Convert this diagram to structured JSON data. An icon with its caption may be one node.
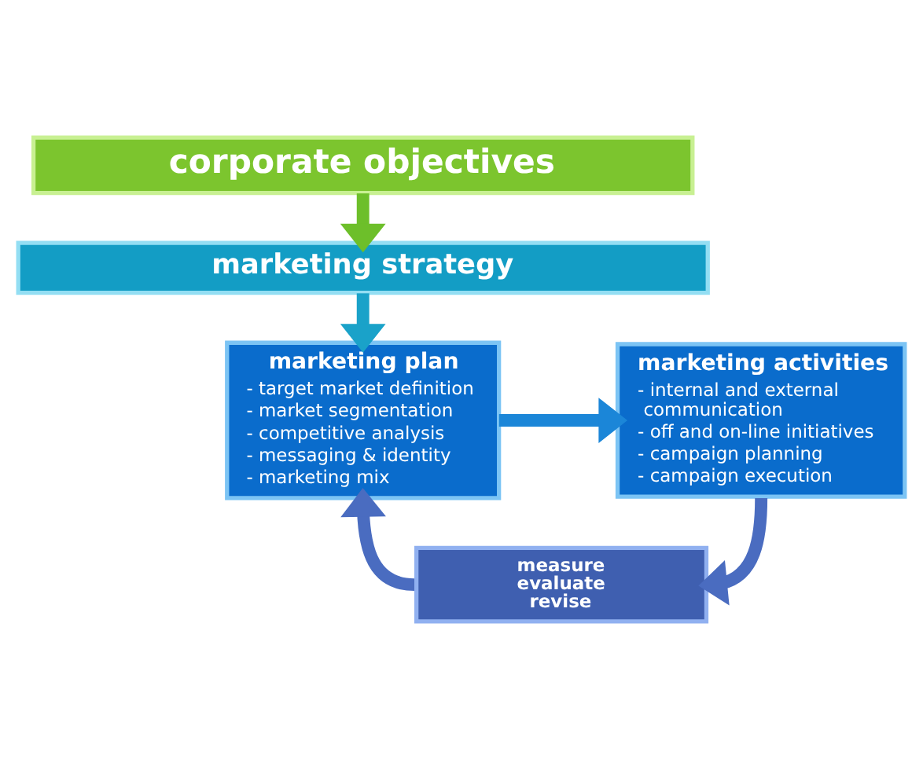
{
  "diagram": {
    "nodes": [
      {
        "text": [
          "corporate objectives"
        ]
      },
      {
        "text": [
          "marketing strategy"
        ]
      },
      {
        "text": [
          "marketing plan",
          "- target market definition",
          "- market segmentation",
          "- competitive analysis",
          "- messaging & identity",
          "- marketing mix"
        ]
      },
      {
        "text": [
          "marketing activities",
          "- internal and external communication",
          "- off and on-line initiatives",
          "- campaign planning",
          "- campaign execution"
        ]
      },
      {
        "text": [
          "measure evaluate revise"
        ]
      }
    ],
    "edges": [
      {
        "from": 0,
        "to": 1,
        "arrow": "to",
        "color": "#6dbf2a"
      },
      {
        "from": 1,
        "to": 2,
        "arrow": "to",
        "color": "#1aa2c9"
      },
      {
        "from": 2,
        "to": 3,
        "arrow": "to",
        "color": "#1b86d8"
      },
      {
        "from": 3,
        "to": 4,
        "arrow": "to"
      },
      {
        "from": 4,
        "to": 2,
        "arrow": "to"
      }
    ]
  }
}
